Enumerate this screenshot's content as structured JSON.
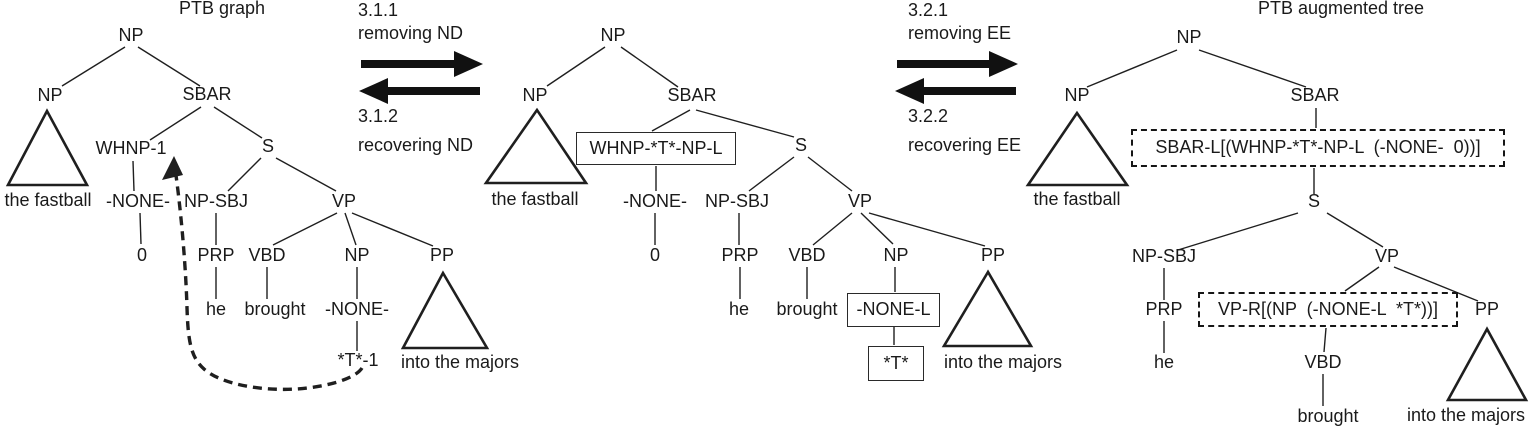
{
  "figure": {
    "left_title": "PTB graph",
    "right_title": "PTB augmented tree"
  },
  "transform_nd": {
    "fwd_num": "3.1.1",
    "fwd_label": "removing ND",
    "bwd_num": "3.1.2",
    "bwd_label": "recovering ND"
  },
  "transform_ee": {
    "fwd_num": "3.2.1",
    "fwd_label": "removing EE",
    "bwd_num": "3.2.2",
    "bwd_label": "recovering EE"
  },
  "left_tree": {
    "nodes": {
      "root": "NP",
      "np": "NP",
      "sbar": "SBAR",
      "whnp": "WHNP-1",
      "s": "S",
      "none_a": "-NONE-",
      "np_sbj": "NP-SBJ",
      "vp": "VP",
      "zero": "0",
      "prp": "PRP",
      "vbd": "VBD",
      "np2": "NP",
      "pp": "PP",
      "he": "he",
      "brought": "brought",
      "none_b": "-NONE-",
      "trace": "*T*-1",
      "fastball": "the fastball",
      "majors": "into the majors"
    }
  },
  "mid_tree": {
    "nodes": {
      "root": "NP",
      "np": "NP",
      "sbar": "SBAR",
      "whnp_box": "WHNP-*T*-NP-L",
      "s": "S",
      "none_a": "-NONE-",
      "np_sbj": "NP-SBJ",
      "vp": "VP",
      "zero": "0",
      "prp": "PRP",
      "vbd": "VBD",
      "np2": "NP",
      "pp": "PP",
      "he": "he",
      "brought": "brought",
      "none_box": "-NONE-L",
      "trace_box": "*T*",
      "fastball": "the fastball",
      "majors": "into the majors"
    }
  },
  "right_tree": {
    "nodes": {
      "root": "NP",
      "np": "NP",
      "sbar": "SBAR",
      "sbar_box": "SBAR-L[(WHNP-*T*-NP-L  (-NONE-  0))]",
      "s": "S",
      "np_sbj": "NP-SBJ",
      "vp": "VP",
      "prp": "PRP",
      "vp_box": "VP-R[(NP  (-NONE-L  *T*))]",
      "pp": "PP",
      "he": "he",
      "vbd": "VBD",
      "brought": "brought",
      "fastball": "the fastball",
      "majors": "into the majors"
    }
  },
  "colors": {
    "ink": "#1f1f1f",
    "background": "#ffffff"
  }
}
